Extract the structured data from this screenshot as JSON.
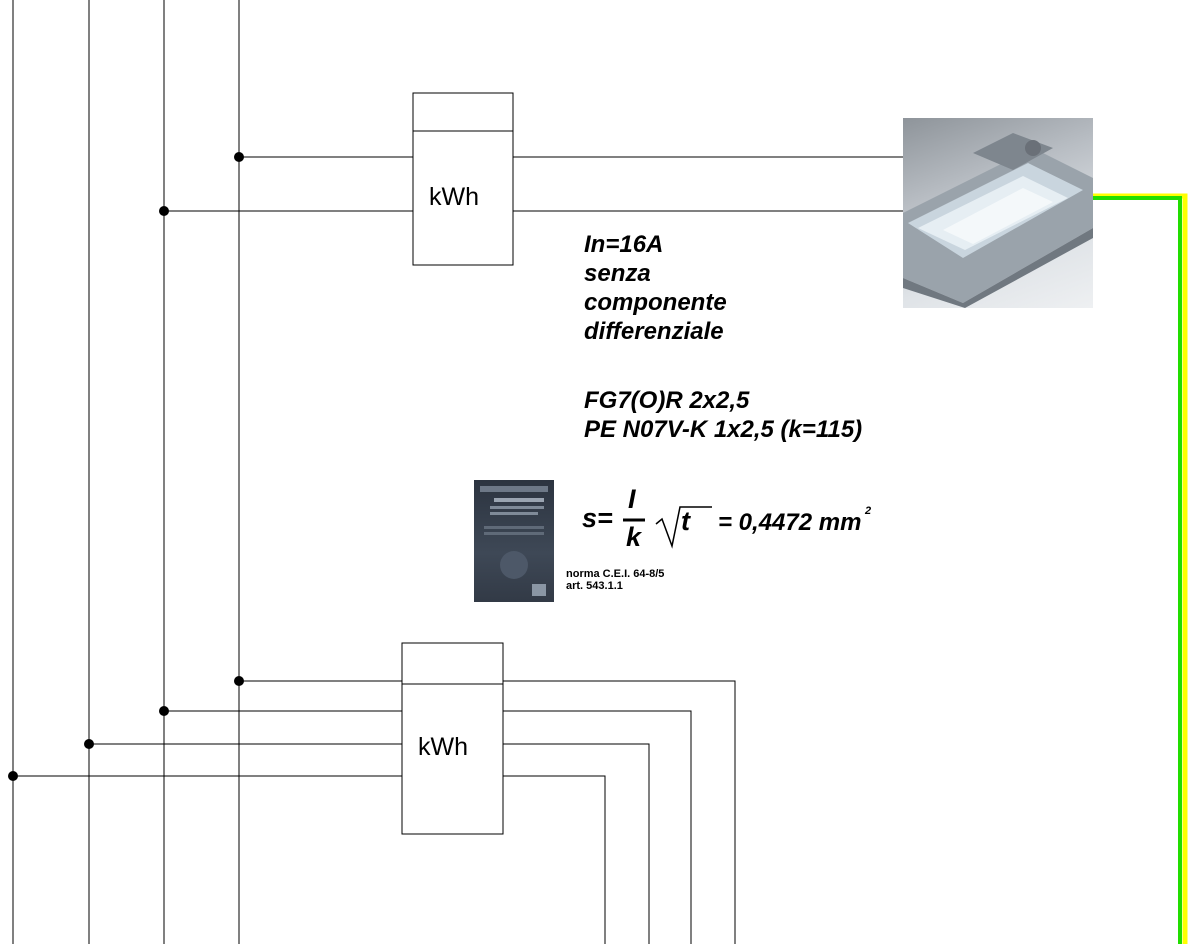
{
  "meter_top": {
    "label": "kWh"
  },
  "meter_bottom": {
    "label": "kWh"
  },
  "spec": {
    "line1": "In=16A",
    "line2": "senza",
    "line3": "componente",
    "line4": "differenziale",
    "cable": "FG7(O)R 2x2,5",
    "pe": "PE N07V-K 1x2,5 (k=115)"
  },
  "formula": {
    "lhs": "s=",
    "numerator": "I",
    "denominator": "k",
    "radicand": "t",
    "result": "= 0,4472 mm",
    "exponent": "2"
  },
  "norm": {
    "line1": "norma C.E.I. 64-8/5",
    "line2": "art. 543.1.1"
  },
  "colors": {
    "wire": "#000000",
    "protective_conductor_green": "#22dd00",
    "protective_conductor_yellow": "#ffff00"
  },
  "icons": {
    "lamp": "industrial-lamp-icon",
    "norm_document": "norm-booklet-icon"
  }
}
